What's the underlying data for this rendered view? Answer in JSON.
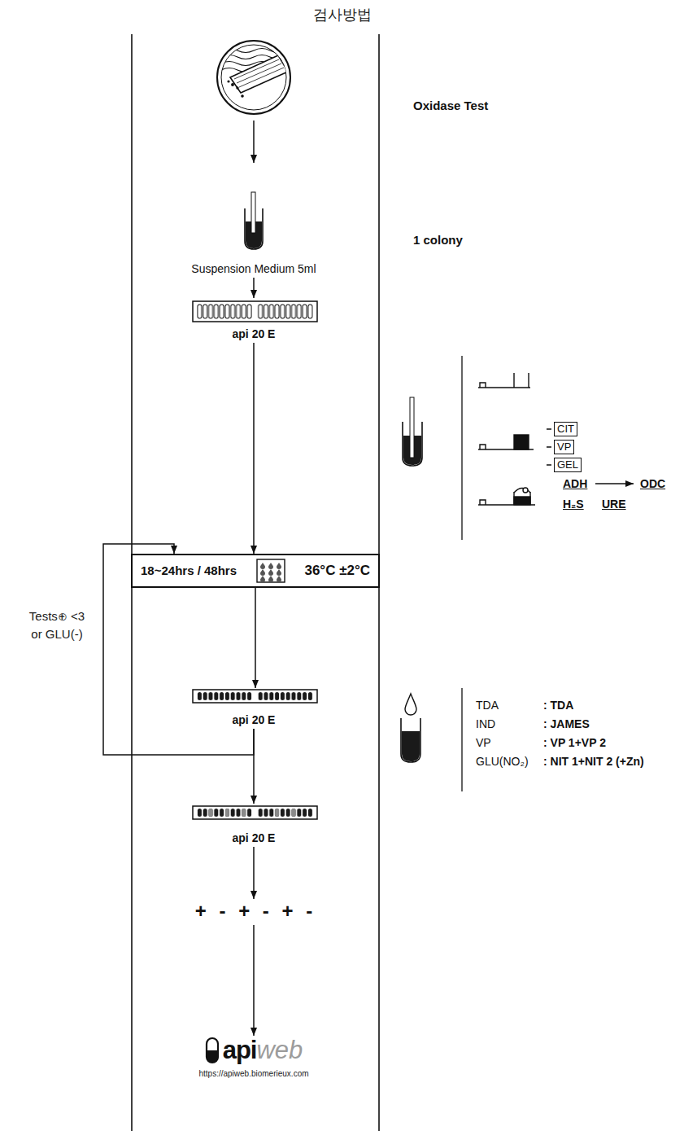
{
  "diagram": {
    "title": "검사방법",
    "nodes": [
      {
        "text": [
          "Suspension Medium 5ml"
        ]
      },
      {
        "text": [
          "api 20 E"
        ]
      },
      {
        "text": [
          "18~24hrs / 48hrs",
          "36°C ±2°C"
        ]
      },
      {
        "text": [
          "api 20 E"
        ]
      },
      {
        "text": [
          "api 20 E"
        ]
      },
      {
        "text": [
          "+ - + - + -"
        ]
      },
      {
        "text": [
          "api",
          "web",
          "https://apiweb.biomerieux.com"
        ]
      }
    ],
    "edges": [
      {
        "from": 0,
        "to": 1,
        "arrow": "to"
      },
      {
        "from": 1,
        "to": 2,
        "arrow": "to"
      },
      {
        "from": 2,
        "to": 3,
        "arrow": "to"
      },
      {
        "from": 3,
        "to": 4,
        "arrow": "to"
      },
      {
        "from": 4,
        "to": 5,
        "arrow": "to"
      },
      {
        "from": 5,
        "to": 6,
        "arrow": "to"
      },
      {
        "from": 3,
        "to": 2,
        "arrow": "to",
        "label": "Tests⊕ <3 or GLU(-)"
      }
    ],
    "labels": [
      "Oxidase Test",
      "1 colony",
      "CIT",
      "VP",
      "GEL",
      "ADH",
      "ODC",
      "H₂S",
      "URE",
      "TDA",
      ": TDA",
      "IND",
      ": JAMES",
      "VP",
      ": VP 1+VP 2",
      "GLU(NO₂)",
      ": NIT 1+NIT 2 (+Zn)"
    ]
  }
}
